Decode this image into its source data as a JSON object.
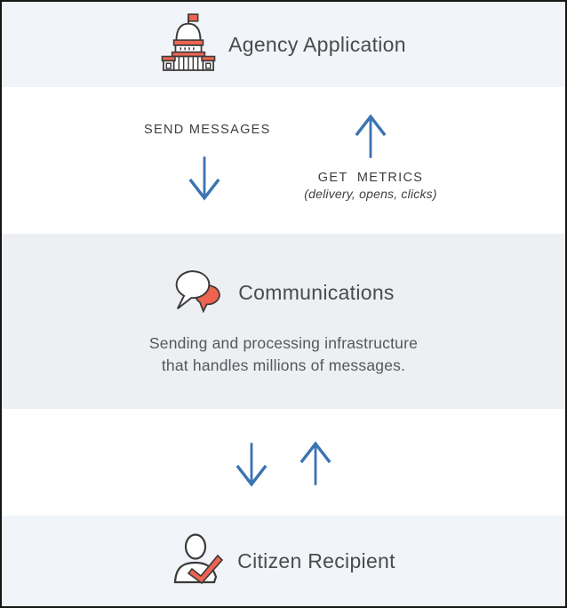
{
  "colors": {
    "band_light_blue": "#f1f4f9",
    "band_gray": "#edeff3",
    "band_white": "#ffffff",
    "border": "#161616",
    "arrow_blue": "#3b74b2",
    "accent_salmon": "#ee6450",
    "heading_text": "#4a4b4d",
    "label_text": "#3e3e40",
    "body_text": "#55575c"
  },
  "sections": {
    "agency": {
      "title": "Agency Application",
      "icon": "capitol-building-icon"
    },
    "flow_top": {
      "send_label": "SEND MESSAGES",
      "get_label": "GET  METRICS",
      "get_sublabel": "(delivery, opens, clicks)"
    },
    "communications": {
      "title": "Communications",
      "icon": "speech-bubbles-icon",
      "description_line1": "Sending and processing infrastructure",
      "description_line2": "that handles millions of messages."
    },
    "flow_bottom": {
      "arrows": "down-and-up"
    },
    "citizen": {
      "title": "Citizen Recipient",
      "icon": "person-check-icon"
    }
  }
}
